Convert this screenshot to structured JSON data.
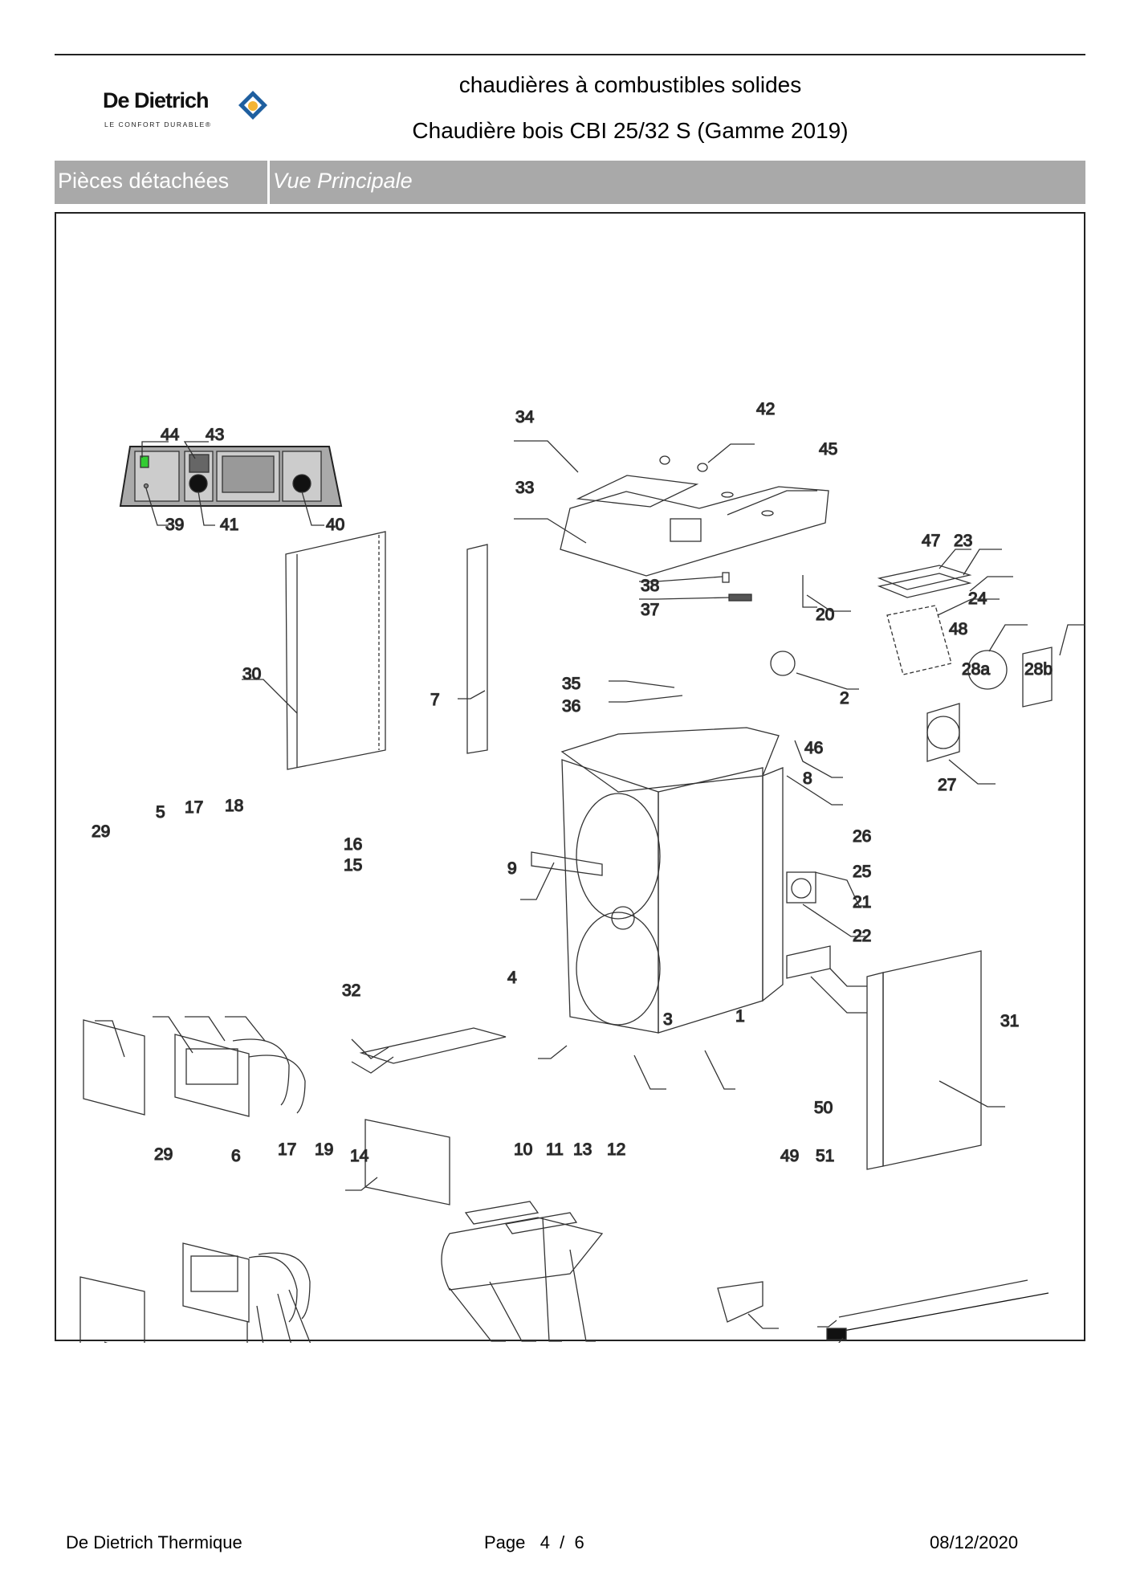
{
  "header": {
    "brand": "De Dietrich",
    "tagline": "LE CONFORT DURABLE®",
    "category": "chaudières à combustibles solides",
    "product": "Chaudière bois CBI 25/32 S (Gamme 2019)",
    "brand_colors": {
      "diamond": "#1f5f9f",
      "dot": "#f4b433"
    }
  },
  "section_bar": {
    "section": "Pièces détachées",
    "view": "Vue Principale"
  },
  "diagram": {
    "title": "Exploded view – spare parts",
    "part_labels": [
      {
        "id": "control-panel-44",
        "text": "44"
      },
      {
        "id": "control-panel-43",
        "text": "43"
      },
      {
        "id": "control-panel-39",
        "text": "39"
      },
      {
        "id": "control-panel-41",
        "text": "41"
      },
      {
        "id": "control-panel-40",
        "text": "40"
      },
      {
        "id": "top-34",
        "text": "34"
      },
      {
        "id": "top-42",
        "text": "42"
      },
      {
        "id": "top-45",
        "text": "45"
      },
      {
        "id": "top-33",
        "text": "33"
      },
      {
        "id": "p47",
        "text": "47"
      },
      {
        "id": "p23",
        "text": "23"
      },
      {
        "id": "p24",
        "text": "24"
      },
      {
        "id": "p38",
        "text": "38"
      },
      {
        "id": "p37",
        "text": "37"
      },
      {
        "id": "p20",
        "text": "20"
      },
      {
        "id": "p48",
        "text": "48"
      },
      {
        "id": "p30",
        "text": "30"
      },
      {
        "id": "p7",
        "text": "7"
      },
      {
        "id": "p35",
        "text": "35"
      },
      {
        "id": "p36",
        "text": "36"
      },
      {
        "id": "p2",
        "text": "2"
      },
      {
        "id": "p28a",
        "text": "28a"
      },
      {
        "id": "p28b",
        "text": "28b"
      },
      {
        "id": "p46",
        "text": "46"
      },
      {
        "id": "p8",
        "text": "8"
      },
      {
        "id": "p27",
        "text": "27"
      },
      {
        "id": "p29a",
        "text": "29"
      },
      {
        "id": "p5",
        "text": "5"
      },
      {
        "id": "p17a",
        "text": "17"
      },
      {
        "id": "p18",
        "text": "18"
      },
      {
        "id": "p16",
        "text": "16"
      },
      {
        "id": "p15",
        "text": "15"
      },
      {
        "id": "p9",
        "text": "9"
      },
      {
        "id": "p26",
        "text": "26"
      },
      {
        "id": "p25",
        "text": "25"
      },
      {
        "id": "p21",
        "text": "21"
      },
      {
        "id": "p22",
        "text": "22"
      },
      {
        "id": "p4",
        "text": "4"
      },
      {
        "id": "p32",
        "text": "32"
      },
      {
        "id": "p3",
        "text": "3"
      },
      {
        "id": "p1",
        "text": "1"
      },
      {
        "id": "p31",
        "text": "31"
      },
      {
        "id": "p29b",
        "text": "29"
      },
      {
        "id": "p6",
        "text": "6"
      },
      {
        "id": "p17b",
        "text": "17"
      },
      {
        "id": "p19",
        "text": "19"
      },
      {
        "id": "p14",
        "text": "14"
      },
      {
        "id": "p10",
        "text": "10"
      },
      {
        "id": "p11",
        "text": "11"
      },
      {
        "id": "p13",
        "text": "13"
      },
      {
        "id": "p12",
        "text": "12"
      },
      {
        "id": "p50",
        "text": "50"
      },
      {
        "id": "p49",
        "text": "49"
      },
      {
        "id": "p51",
        "text": "51"
      }
    ]
  },
  "footer": {
    "company": "De Dietrich Thermique",
    "page": "Page   4  /  6",
    "date": "08/12/2020"
  }
}
